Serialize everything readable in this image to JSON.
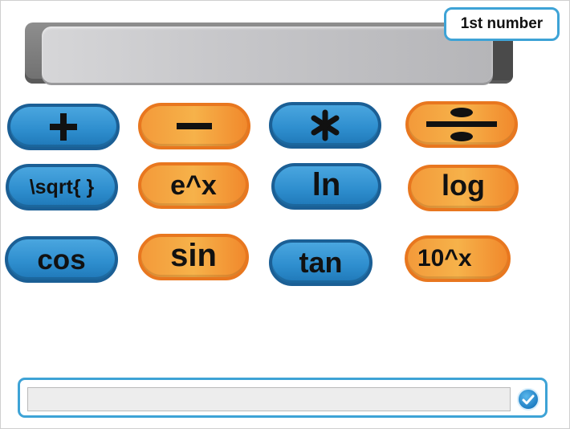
{
  "display": {
    "value": ""
  },
  "tooltip": {
    "text": "1st number"
  },
  "operators": {
    "add": "+",
    "subtract": "−",
    "multiply": "∗",
    "divide": "÷"
  },
  "functions": {
    "sqrt": "\\sqrt{ }",
    "exp": "e^x",
    "ln": "ln",
    "log": "log",
    "cos": "cos",
    "sin": "sin",
    "tan": "tan",
    "pow10": "10^x"
  },
  "answer": {
    "value": ""
  },
  "colors": {
    "blue": "#2f8fcf",
    "orange": "#f39a3a",
    "accent": "#3ea3d6"
  }
}
